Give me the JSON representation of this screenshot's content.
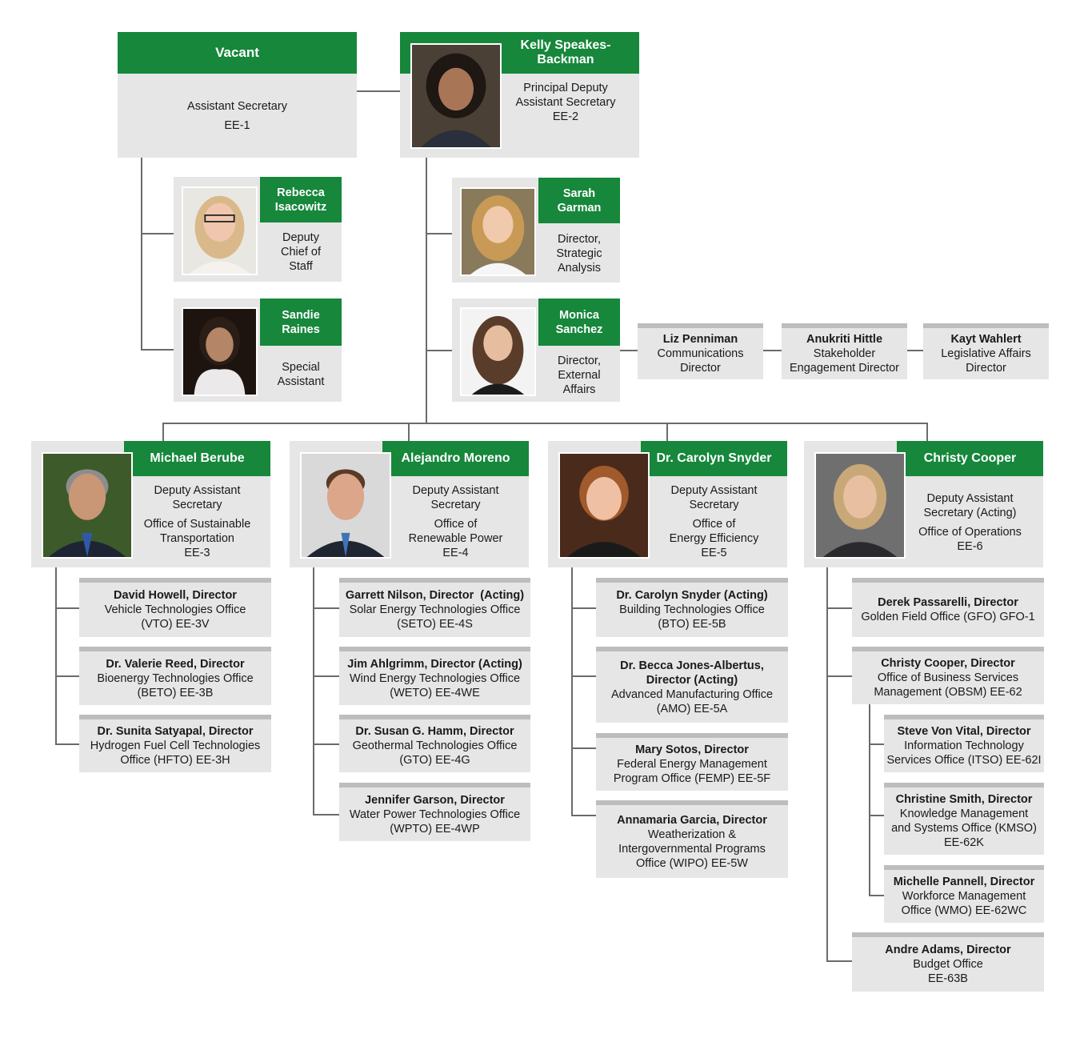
{
  "top": {
    "as": {
      "name": "Vacant",
      "title": "Assistant Secretary",
      "code": "EE-1"
    },
    "pdas": {
      "name_1": "Kelly Speakes-",
      "name_2": "Backman",
      "title_1": "Principal Deputy",
      "title_2": "Assistant Secretary",
      "code": "EE-2"
    }
  },
  "staff_left": [
    {
      "name_1": "Rebecca",
      "name_2": "Isacowitz",
      "t1": "Deputy",
      "t2": "Chief of",
      "t3": "Staff"
    },
    {
      "name_1": "Sandie",
      "name_2": "Raines",
      "t1": "Special",
      "t2": "Assistant"
    }
  ],
  "staff_right": [
    {
      "name_1": "Sarah",
      "name_2": "Garman",
      "t1": "Director,",
      "t2": "Strategic",
      "t3": "Analysis"
    },
    {
      "name_1": "Monica",
      "name_2": "Sanchez",
      "t1": "Director,",
      "t2": "External",
      "t3": "Affairs"
    }
  ],
  "affairs": [
    {
      "name": "Liz Penniman",
      "t1": "Communications",
      "t2": "Director"
    },
    {
      "name": "Anukriti Hittle",
      "t1": "Stakeholder",
      "t2": "Engagement Director"
    },
    {
      "name": "Kayt Wahlert",
      "t1": "Legislative Affairs",
      "t2": "Director"
    }
  ],
  "das": [
    {
      "name": "Michael Berube",
      "t1": "Deputy Assistant",
      "t2": "Secretary",
      "o1": "Office of Sustainable",
      "o2": "Transportation",
      "code": "EE-3"
    },
    {
      "name": "Alejandro Moreno",
      "t1": "Deputy Assistant",
      "t2": "Secretary",
      "o1": "Office of",
      "o2": "Renewable Power",
      "code": "EE-4"
    },
    {
      "name": "Dr. Carolyn Snyder",
      "t1": "Deputy Assistant",
      "t2": "Secretary",
      "o1": "Office of",
      "o2": "Energy Efficiency",
      "code": "EE-5"
    },
    {
      "name": "Christy Cooper",
      "t1": "Deputy Assistant",
      "t2": "Secretary (Acting)",
      "o1": "Office of Operations",
      "code": "EE-6"
    }
  ],
  "offices_ee3": [
    {
      "l1": "David Howell, Director",
      "l2": "Vehicle Technologies Office",
      "l3": "(VTO) EE-3V"
    },
    {
      "l1": "Dr. Valerie Reed, Director",
      "l2": "Bioenergy Technologies Office",
      "l3": "(BETO) EE-3B"
    },
    {
      "l1": "Dr. Sunita Satyapal, Director",
      "l2": "Hydrogen Fuel Cell Technologies",
      "l3": "Office (HFTO) EE-3H"
    }
  ],
  "offices_ee4": [
    {
      "l1": "Garrett Nilson, Director  (Acting)",
      "l2": "Solar Energy Technologies Office",
      "l3": "(SETO) EE-4S"
    },
    {
      "l1": "Jim Ahlgrimm, Director (Acting)",
      "l2": "Wind Energy Technologies Office",
      "l3": "(WETO) EE-4WE"
    },
    {
      "l1": "Dr. Susan G. Hamm, Director",
      "l2": "Geothermal Technologies Office",
      "l3": "(GTO) EE-4G"
    },
    {
      "l1": "Jennifer Garson, Director",
      "l2": "Water Power Technologies Office",
      "l3": "(WPTO) EE-4WP"
    }
  ],
  "offices_ee5": [
    {
      "l1": "Dr. Carolyn Snyder (Acting)",
      "l2": "Building Technologies Office",
      "l3": "(BTO) EE-5B"
    },
    {
      "l1": "Dr. Becca Jones-Albertus,",
      "l1b": "Director (Acting)",
      "l2": "Advanced Manufacturing Office",
      "l3": "(AMO) EE-5A"
    },
    {
      "l1": "Mary Sotos, Director",
      "l2": "Federal Energy Management",
      "l3": "Program Office (FEMP) EE-5F"
    },
    {
      "l1": "Annamaria Garcia, Director",
      "l2": "Weatherization &",
      "l3": "Intergovernmental Programs",
      "l4": "Office (WIPO) EE-5W"
    }
  ],
  "offices_ee6": [
    {
      "l1": "Derek Passarelli, Director",
      "l2": "Golden Field Office (GFO) GFO-1"
    },
    {
      "l1": "Christy Cooper, Director",
      "l2": "Office of Business Services",
      "l3": "Management (OBSM) EE-62"
    },
    {
      "l1": "Steve Von Vital, Director",
      "l2": "Information Technology",
      "l3": "Services Office (ITSO) EE-62I"
    },
    {
      "l1": "Christine Smith, Director",
      "l2": "Knowledge Management",
      "l3": "and Systems Office (KMSO)",
      "l4": "EE-62K"
    },
    {
      "l1": "Michelle Pannell, Director",
      "l2": "Workforce Management",
      "l3": "Office (WMO) EE-62WC"
    },
    {
      "l1": "Andre Adams, Director",
      "l2": "Budget Office",
      "l3": "EE-63B"
    }
  ],
  "colors": {
    "green": "#16873b",
    "box": "#e6e6e6",
    "line": "#6b6b6b"
  }
}
